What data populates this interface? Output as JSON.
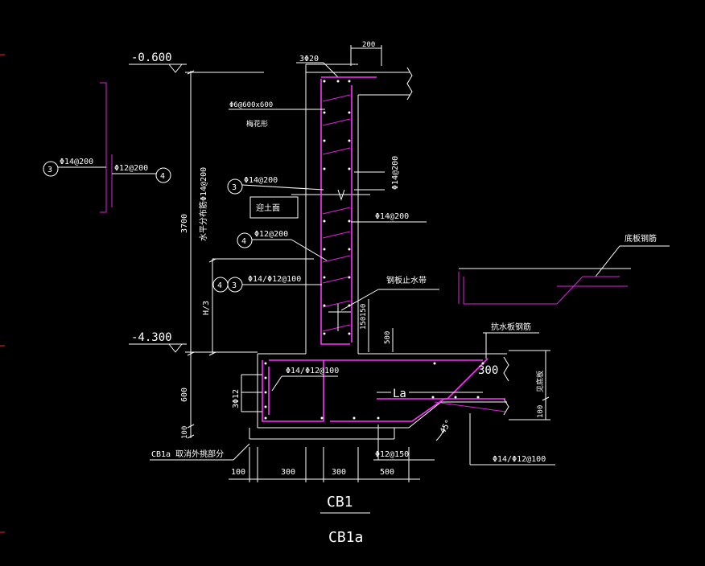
{
  "colors": {
    "background": "#000000",
    "line": "#ffffff",
    "rebar": "#ff33ff",
    "tick": "#ff2020"
  },
  "elevations": {
    "top": "-0.600",
    "bottom": "-4.300"
  },
  "left_callout": {
    "bubble_a": "3",
    "bubble_b": "4",
    "label_a": "Φ14@200",
    "label_b": "Φ12@200"
  },
  "wall": {
    "top_bars": "3Φ20",
    "top_dim": "200",
    "tie_bar": "Φ6@600x600",
    "tie_note": "梅花形",
    "bar3_label": "Φ14@200",
    "bar3_num": "3",
    "face_label": "迎土面",
    "inner_right_label": "Φ14@200",
    "inner_right_vertical": "Φ14@200",
    "bar4_num": "4",
    "bar4_label": "Φ12@200",
    "dist_bar_note": "水平分布筋Φ14@200",
    "height_dim": "3700",
    "h3_dim": "H/3",
    "combo_num_a": "4",
    "combo_num_b": "3",
    "combo_label": "Φ14/Φ12@100",
    "waterstop": "钢板止水带",
    "ws_dim_a": "150",
    "ws_dim_b": "150",
    "ws_dim_c": "500"
  },
  "base": {
    "slab_bars": "底板钢筋",
    "anti_float": "抗水板钢筋",
    "dim_300": "300",
    "bottom_bars_label": "Φ14/Φ12@100",
    "left_bars": "3Φ12",
    "la": "La",
    "dim_600": "600",
    "dim_100": "100",
    "right_note": "见底板",
    "right_dim": "100",
    "angle": "45°",
    "cb1a_note": "CB1a 取消外挑部分",
    "distribution_bar": "Φ12@150",
    "lower_right_label": "Φ14/Φ12@100",
    "dims_bottom": [
      "100",
      "300",
      "300",
      "500"
    ]
  },
  "titles": {
    "main": "CB1",
    "sub": "CB1a"
  }
}
